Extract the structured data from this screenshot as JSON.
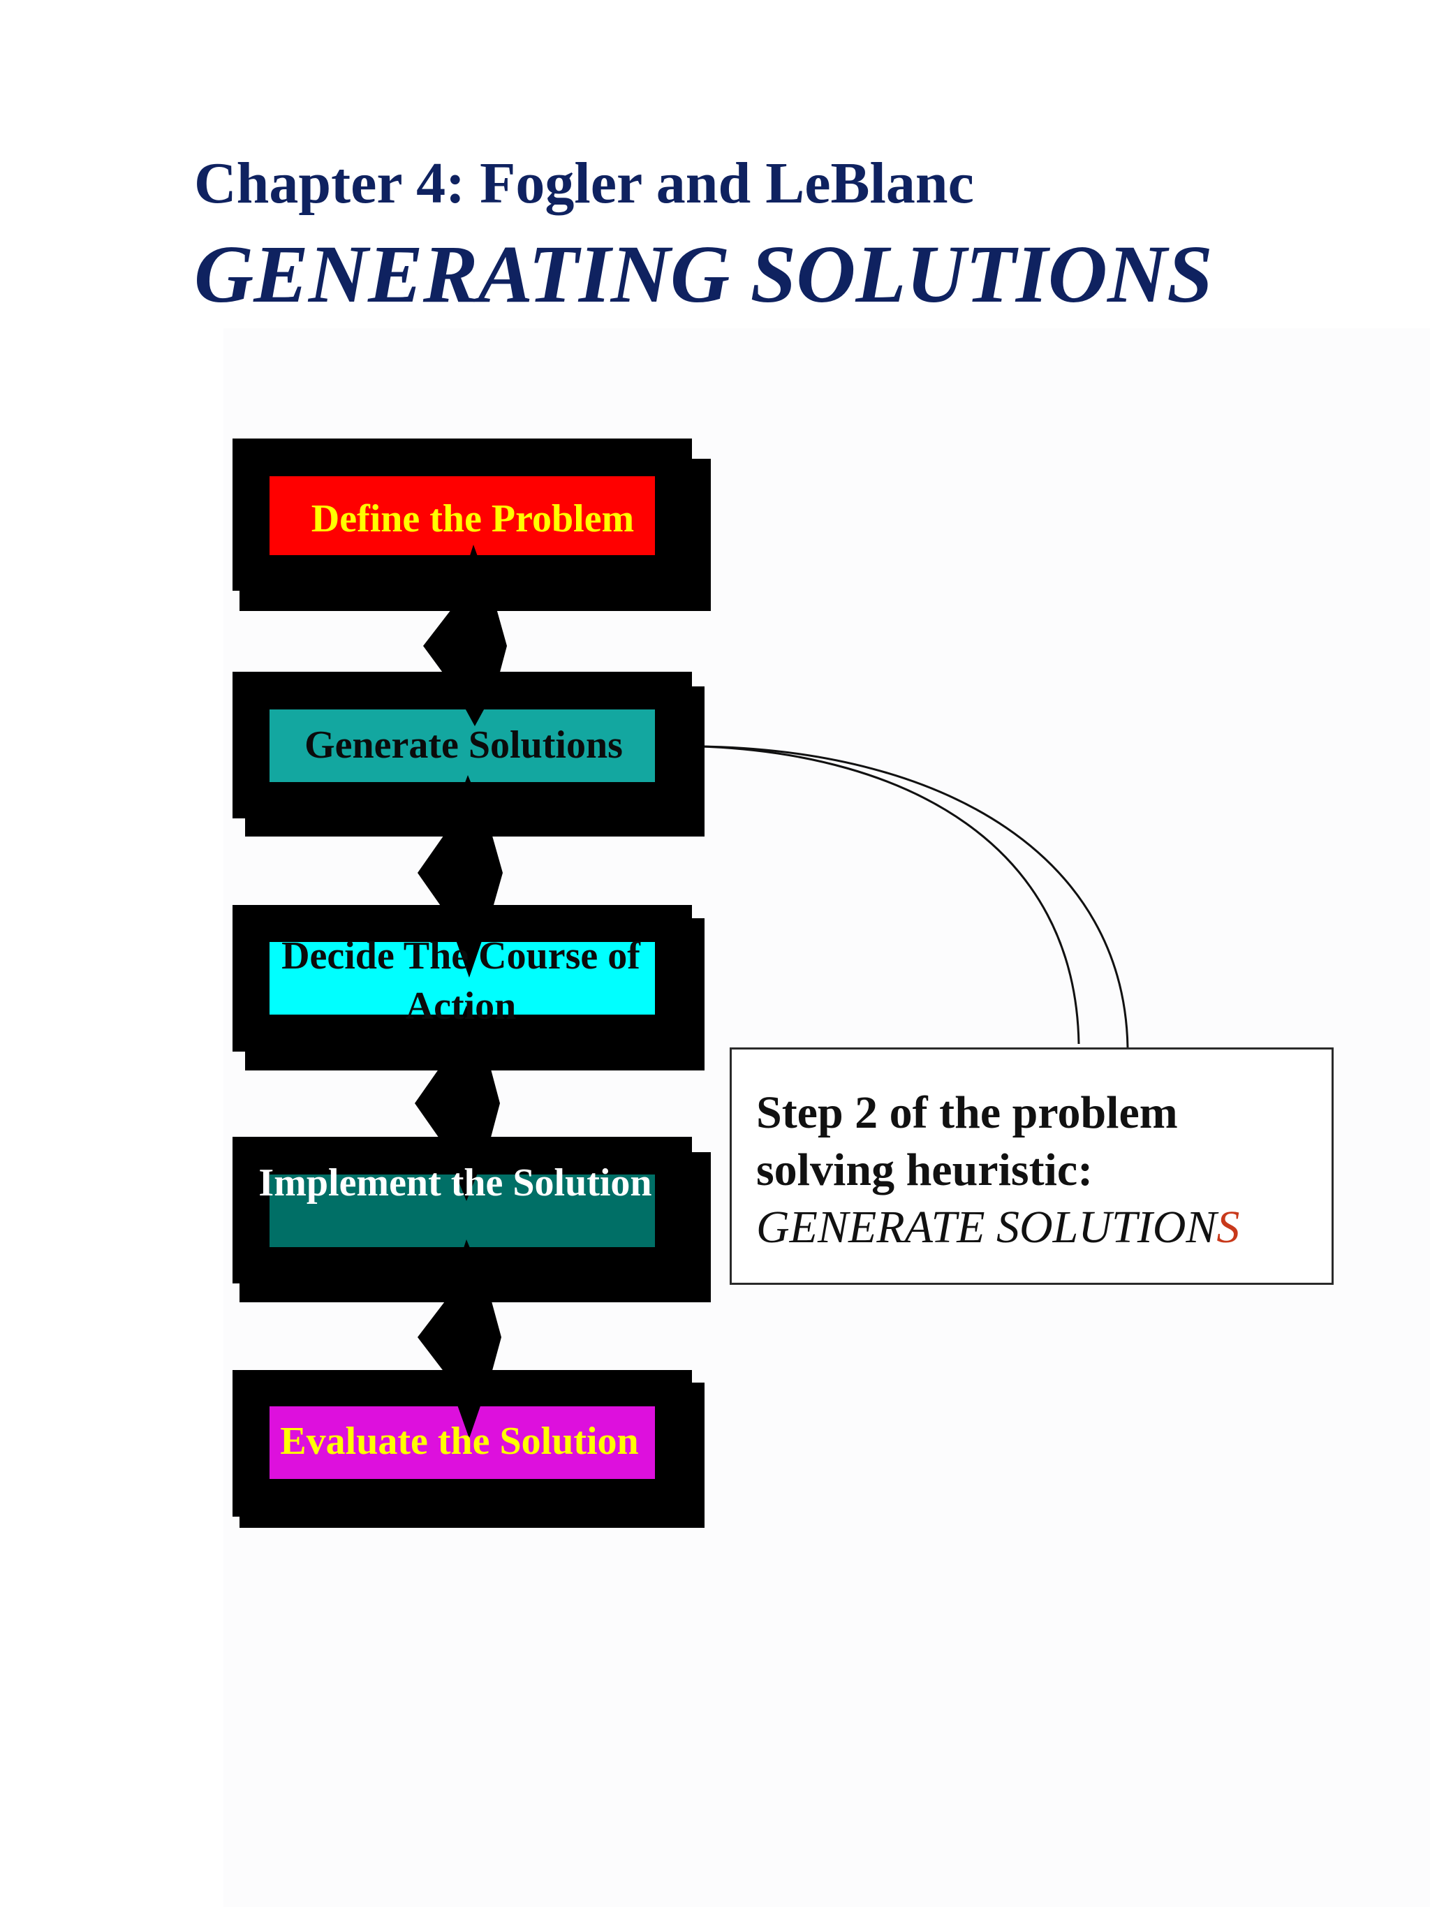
{
  "title": {
    "line1": "Chapter 4: Fogler and LeBlanc",
    "line2": "GENERATING SOLUTIONS"
  },
  "steps": [
    {
      "label": "Define the Problem",
      "fill": "#ff0000",
      "text_color": "#ffff00"
    },
    {
      "label": "Generate Solutions",
      "fill": "#13a7a0",
      "text_color": "#0b0b0b"
    },
    {
      "label": "Decide The Course of Action",
      "fill": "#00ffff",
      "text_color": "#0b0b0b"
    },
    {
      "label": "Implement the Solution",
      "fill": "#006f66",
      "text_color": "#ffffff"
    },
    {
      "label": "Evaluate the Solution",
      "fill": "#dd10dd",
      "text_color": "#ffff00"
    }
  ],
  "callout": {
    "line1": "Step 2 of the problem",
    "line2": "solving heuristic:",
    "line3_main": "GENERATE SOLUTION",
    "line3_accent": "S"
  },
  "colors": {
    "title": "#0f2260",
    "frame": "#000000",
    "accent": "#c8391b"
  }
}
